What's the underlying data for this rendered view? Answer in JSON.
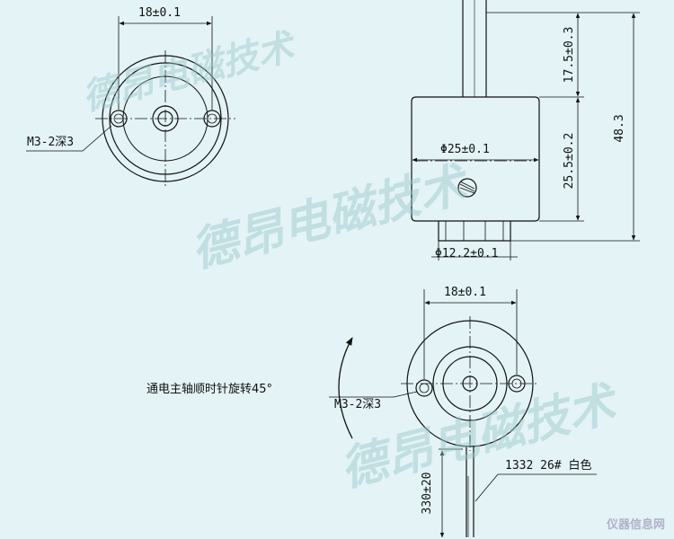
{
  "watermark": {
    "text_1": "德昂电磁技术",
    "text_2": "德昂电磁技术",
    "text_3": "德昂电磁技术",
    "site": "仪器信息网"
  },
  "top_left_view": {
    "width_dim": "18±0.1",
    "hole_note": "M3-2深3"
  },
  "side_view": {
    "body_dia": "Φ25±0.1",
    "boss_dia": "Φ12.2±0.1",
    "shaft_len": "17.5±0.3",
    "body_len": "25.5±0.2",
    "total_len": "48.3"
  },
  "bottom_view": {
    "width_dim": "18±0.1",
    "hole_note": "M3-2深3",
    "rotation_note": "通电主轴顺时针旋转45°",
    "lead_spec": "1332 26# 白色",
    "lead_len": "330±20"
  },
  "colors": {
    "line": "#111111",
    "background": "#e3f3f6",
    "watermark": "#a6d3d3"
  }
}
